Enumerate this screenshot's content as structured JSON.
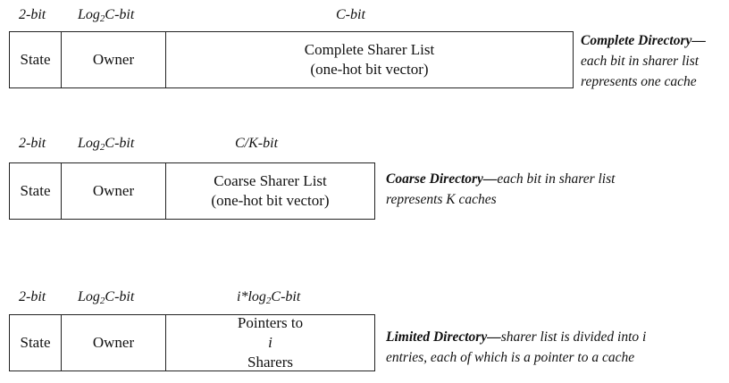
{
  "labels": {
    "state_bits": "2-bit",
    "owner_bits_prefix": "Log",
    "owner_bits_sub": "2",
    "owner_bits_suffix": "C-bit",
    "state": "State",
    "owner": "Owner"
  },
  "complete": {
    "list_bits": "C-bit",
    "list_line1": "Complete Sharer List",
    "list_line2": "(one-hot bit vector)",
    "title": "Complete Directory—",
    "desc_line1": "each bit in sharer list",
    "desc_line2": "represents one cache"
  },
  "coarse": {
    "list_bits": "C/K-bit",
    "list_line1": "Coarse Sharer List",
    "list_line2": "(one-hot bit vector)",
    "title": "Coarse Directory—",
    "desc_line1_rest": "each bit in sharer list",
    "desc_line2": "represents K caches"
  },
  "limited": {
    "list_bits_prefix": "i*log",
    "list_bits_sub": "2",
    "list_bits_suffix": "C-bit",
    "list_text_prefix": "Pointers to ",
    "list_text_var": "i",
    "list_text_suffix": " Sharers",
    "title": "Limited Directory—",
    "desc_line1_rest": "sharer list is divided into i",
    "desc_line2": "entries, each of which is a pointer to a cache"
  }
}
